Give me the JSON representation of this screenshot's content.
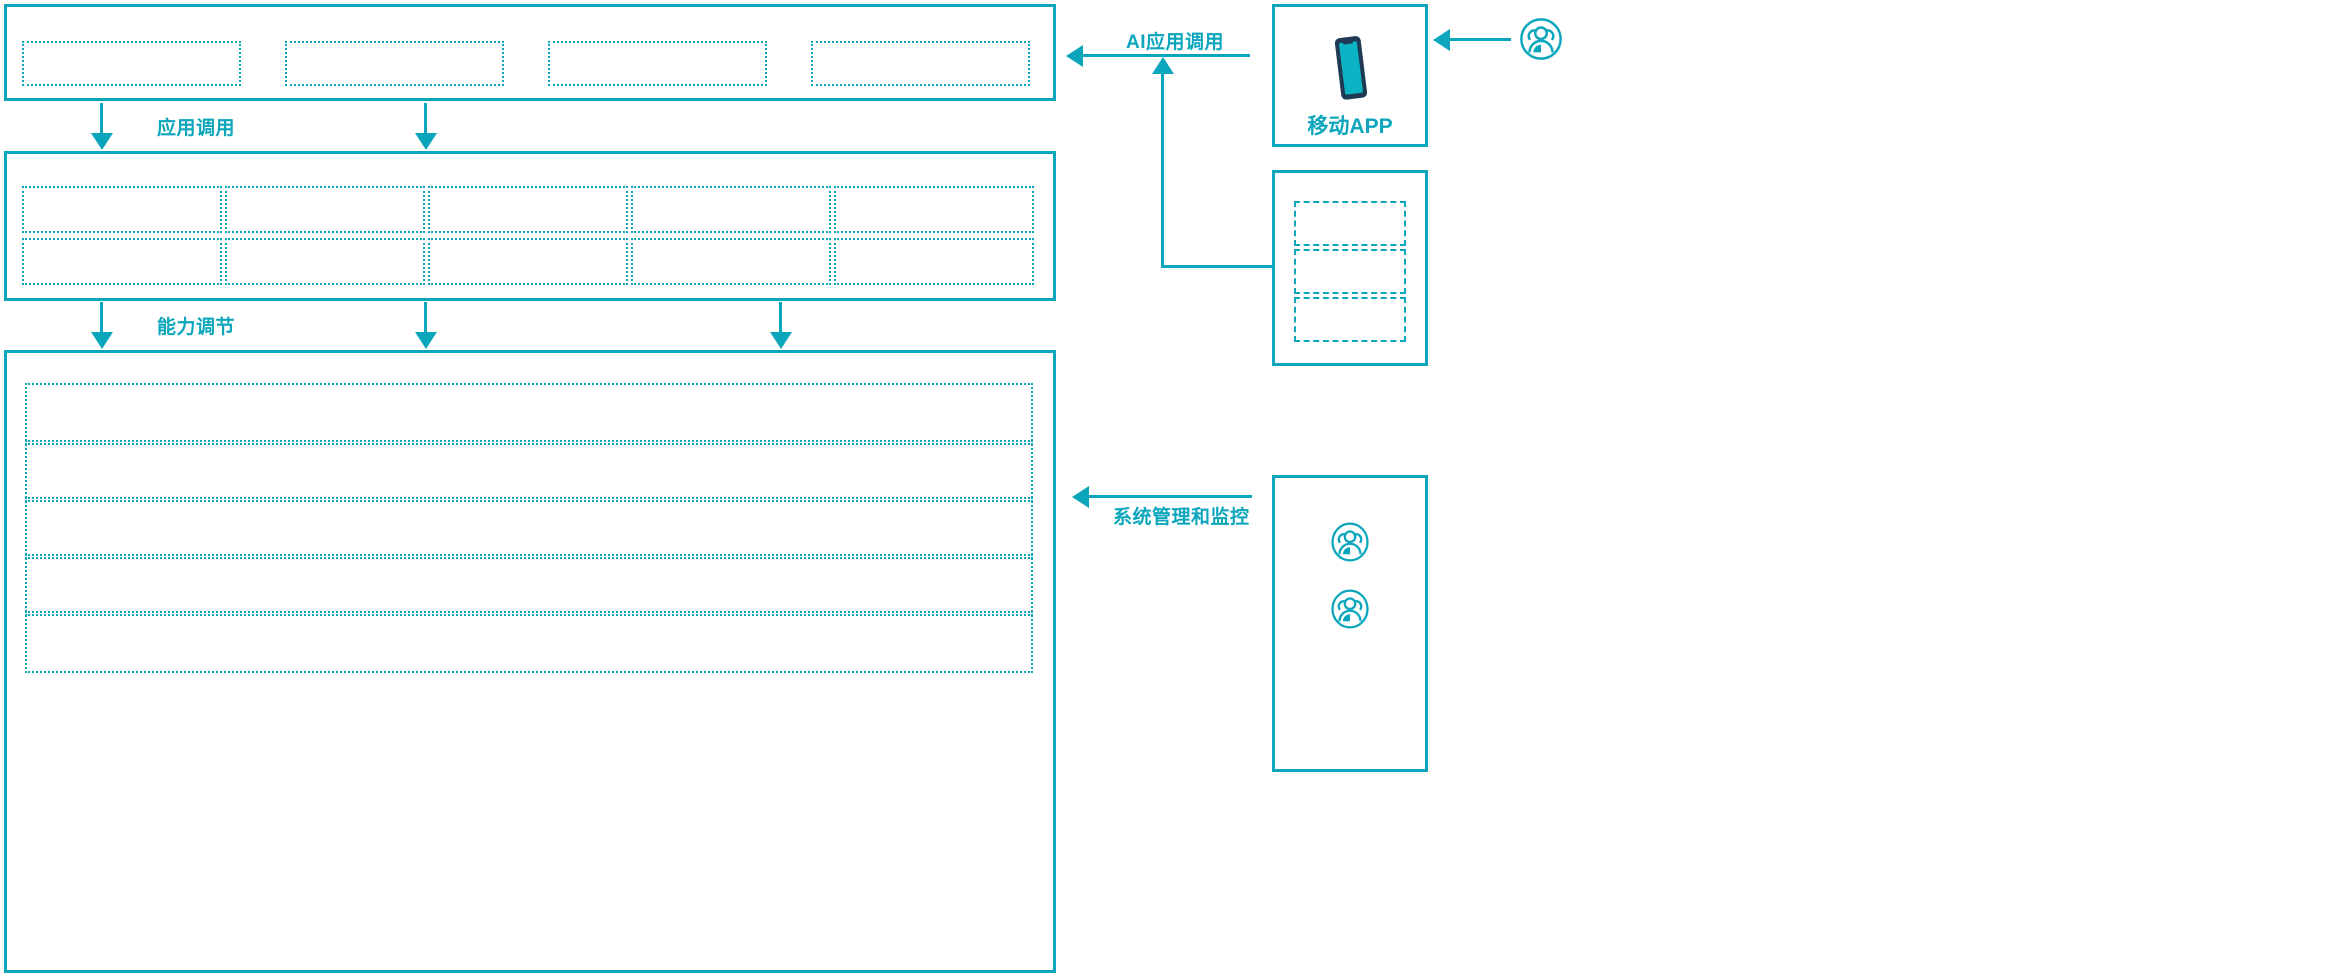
{
  "diagram": {
    "accent_color": "#0BA6BC",
    "phone_body_color": "#1F3A52",
    "phone_screen_color": "#0BB4C4",
    "layers": [
      {
        "name": "application-layer",
        "slots": [
          "",
          "",
          "",
          ""
        ]
      },
      {
        "name": "capability-layer",
        "slots": [
          "",
          "",
          "",
          "",
          "",
          "",
          "",
          "",
          "",
          ""
        ]
      },
      {
        "name": "platform-layer",
        "slots": [
          "",
          "",
          "",
          "",
          ""
        ]
      }
    ],
    "connectors": [
      {
        "name": "application-invoke",
        "label": "应用调用"
      },
      {
        "name": "capability-adjust",
        "label": "能力调节"
      },
      {
        "name": "ai-application-invoke",
        "label": "AI应用调用"
      },
      {
        "name": "system-management-monitor",
        "label": "系统管理和监控"
      }
    ],
    "right_panels": [
      {
        "name": "mobile-app-panel",
        "caption": "移动APP",
        "icon": "smartphone-icon"
      },
      {
        "name": "channel-panel",
        "caption": "",
        "slots": [
          "",
          "",
          ""
        ]
      },
      {
        "name": "operations-panel",
        "caption": "",
        "icons": [
          "users-icon",
          "users-icon"
        ]
      }
    ],
    "actor": {
      "name": "external-user",
      "icon": "users-icon"
    }
  }
}
